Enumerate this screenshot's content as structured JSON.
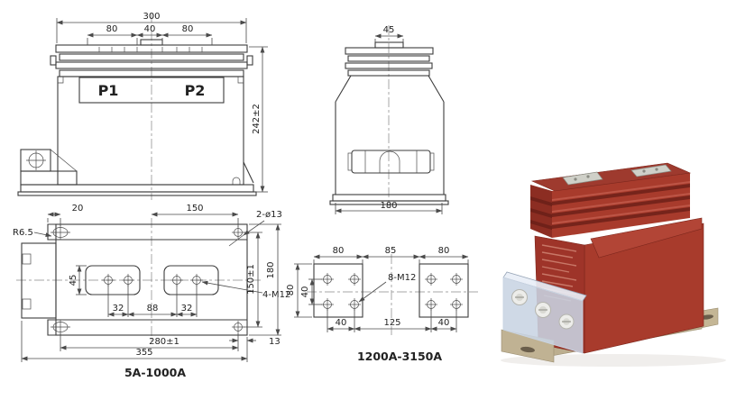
{
  "figure": {
    "title_hidden": ""
  },
  "views": {
    "front": {
      "dim_overall_width": "300",
      "dim_seg_left": "80",
      "dim_seg_center": "40",
      "dim_seg_right": "80",
      "dim_height": "242±2",
      "terminal_left": "P1",
      "terminal_right": "P2"
    },
    "side": {
      "dim_terminal_width": "45",
      "dim_depth": "180"
    },
    "plan": {
      "caption": "5A-1000A",
      "dim_edge_to_slot": "20",
      "dim_center_to_hole": "150",
      "holes_note": "2-ø13",
      "slot_radius_note": "R6.5",
      "dim_pad_height": "45",
      "dim_hole_pitch_left": "32",
      "dim_pad_gap": "88",
      "dim_hole_pitch_right": "32",
      "thread_note": "4-M12",
      "dim_hole_span": "280±1",
      "dim_total_width": "355",
      "dim_edge_margin": "13",
      "dim_hole_span_depth": "150±1",
      "dim_total_depth": "180"
    },
    "pattern": {
      "caption": "1200A-3150A",
      "dim_pad_left_width": "80",
      "dim_pad_gap": "85",
      "dim_pad_right_width": "80",
      "dim_pad_height": "80",
      "dim_hole_pitch_vertical": "40",
      "thread_note": "8-M12",
      "dim_hole_pitch_left": "40",
      "dim_hole_span_center": "125",
      "dim_hole_pitch_right": "40"
    }
  },
  "photo": {
    "body_color": "#a83b2c",
    "body_dark": "#8c2d22",
    "fin_shadow": "#76241b",
    "terminal_silver": "#cfd0c8",
    "cover_tint": "#c9d4e2",
    "base_color": "#c0b293"
  }
}
